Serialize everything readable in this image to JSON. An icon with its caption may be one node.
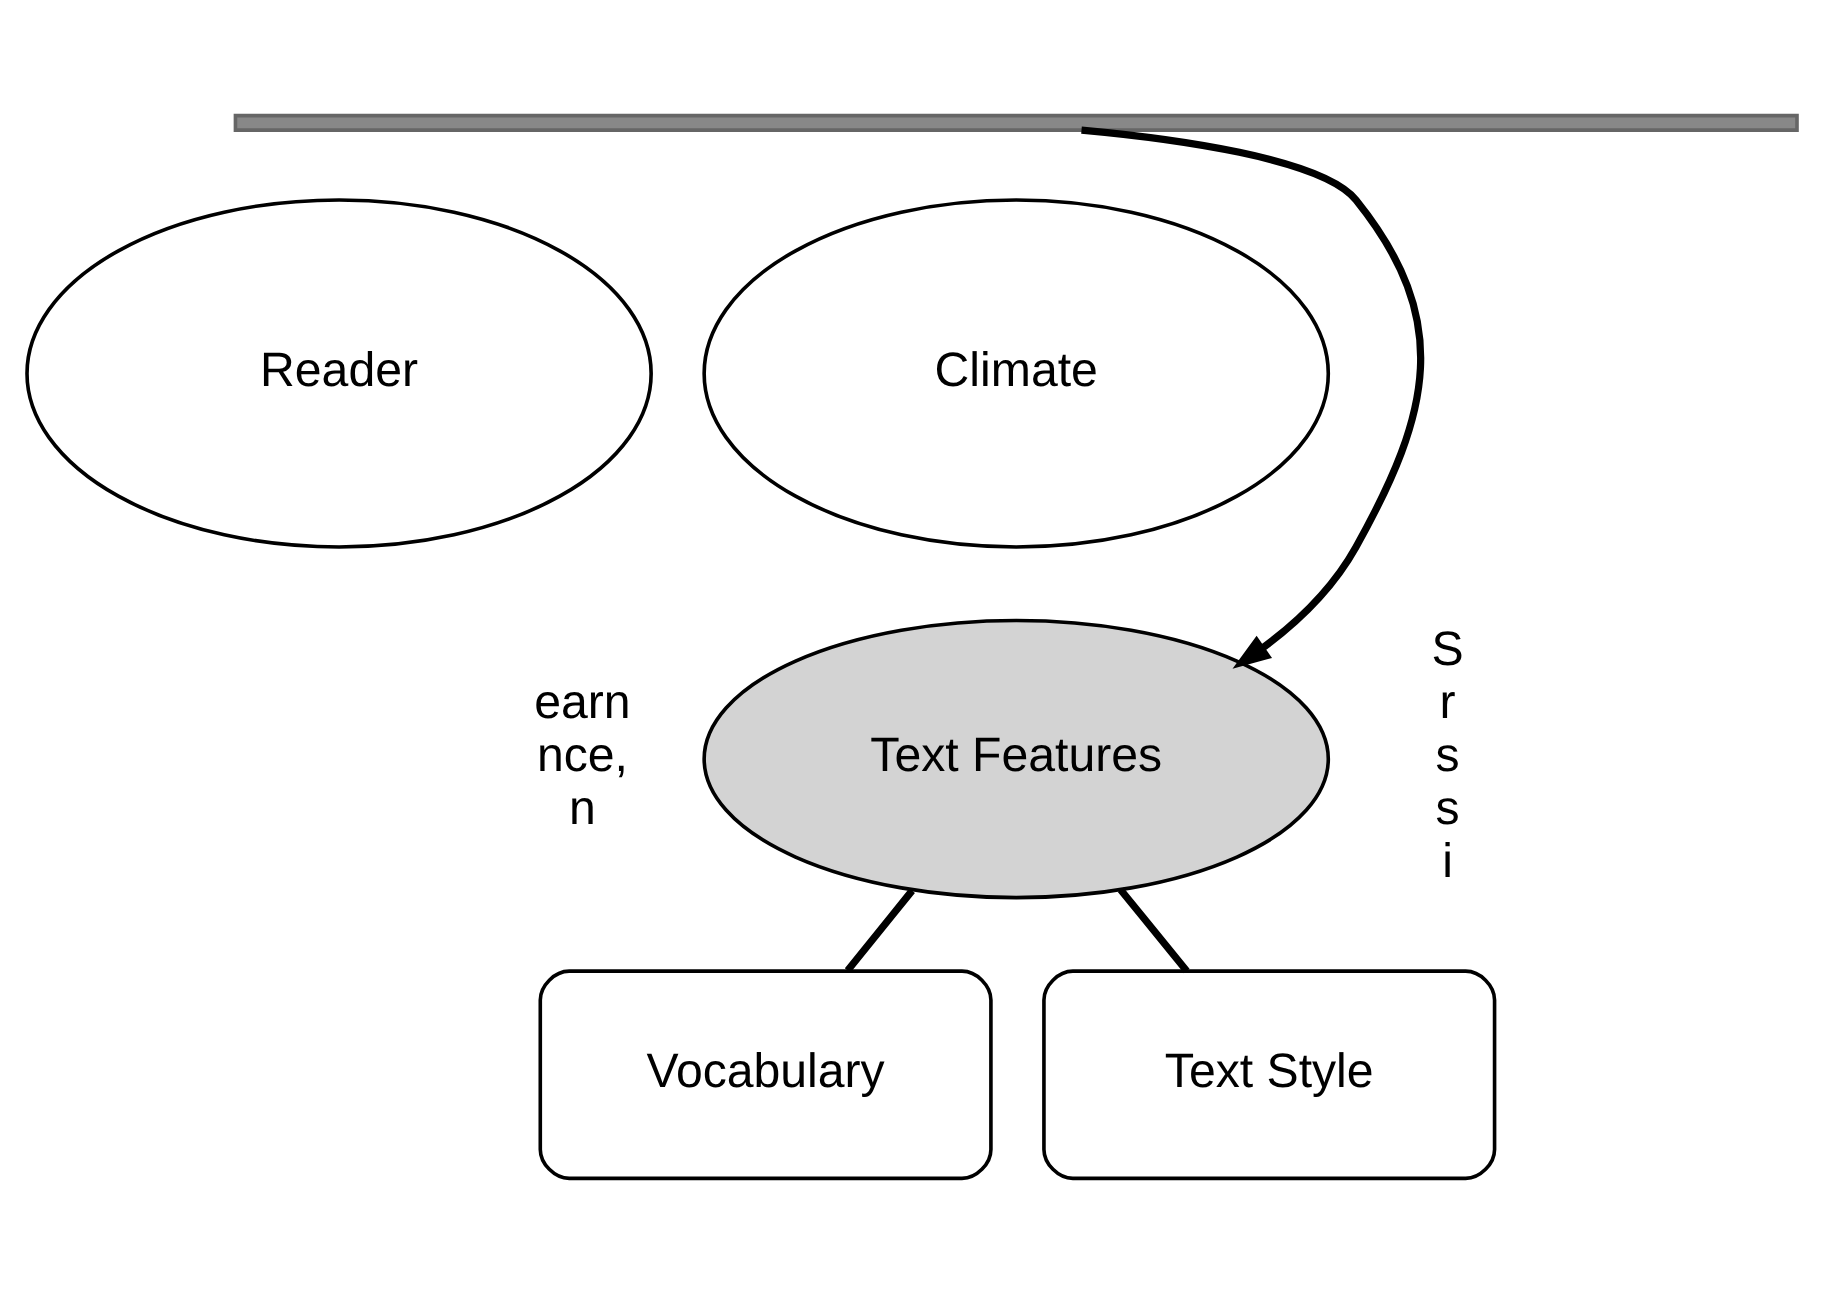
{
  "diagram": {
    "nodes": [
      {
        "text": [],
        "shape": "bar"
      },
      {
        "text": [
          "Reader"
        ]
      },
      {
        "text": [
          "Climate"
        ]
      },
      {
        "text": [
          "Text Features"
        ]
      },
      {
        "text": [
          "Vocabulary"
        ]
      },
      {
        "text": [
          "Text Style"
        ]
      }
    ],
    "edges": [
      {
        "from": 0,
        "to": 3,
        "arrow": "to"
      },
      {
        "from": 3,
        "to": 4,
        "arrow": "none"
      },
      {
        "from": 3,
        "to": 5,
        "arrow": "none"
      }
    ],
    "labels": [
      "earn nce, n",
      "S r s s i"
    ]
  }
}
